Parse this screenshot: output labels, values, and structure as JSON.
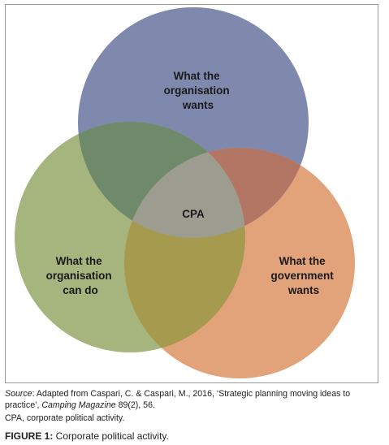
{
  "diagram": {
    "sets": [
      {
        "key": "top",
        "label_lines": [
          "What the",
          "organisation",
          "wants"
        ],
        "color": "#7f89ad"
      },
      {
        "key": "left",
        "label_lines": [
          "What the",
          "organisation",
          "can do"
        ],
        "color": "#a6b47e"
      },
      {
        "key": "right",
        "label_lines": [
          "What the",
          "government",
          "wants"
        ],
        "color": "#e2a27a"
      }
    ],
    "intersection_label": "CPA",
    "intersection_colors": {
      "top_left": "#6f8a6a",
      "top_right": "#b37664",
      "left_right": "#a69a4e",
      "all": "#9c9c90"
    }
  },
  "caption": {
    "source_lead": "Source",
    "source_text_1": ": Adapted from Caspari, C. & Caspari, M., 2016, ‘Strategic planning moving ideas to practice’, ",
    "source_journal": "Camping Magazine",
    "source_text_2": " 89(2), 56.",
    "abbreviation": "CPA, corporate political activity.",
    "figure_number": "FIGURE 1:",
    "figure_title": " Corporate political activity."
  }
}
